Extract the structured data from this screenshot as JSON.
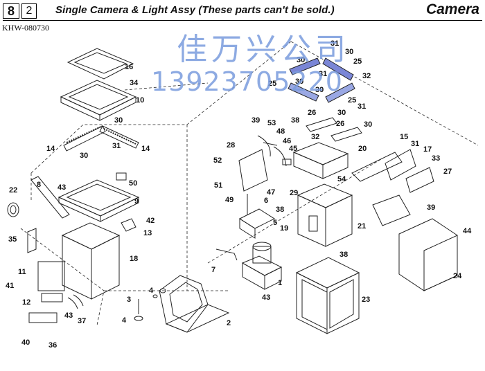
{
  "header": {
    "page_number": "8",
    "sub_number": "2",
    "title": "Single Camera & Light Assy (These parts can't be sold.)",
    "category": "Camera",
    "doc_code": "KHW-080730"
  },
  "watermark": {
    "line1": "佳万兴公司",
    "line2": "13923705220"
  },
  "callouts": [
    {
      "id": "c16",
      "text": "16"
    },
    {
      "id": "c34",
      "text": "34"
    },
    {
      "id": "c10",
      "text": "10"
    },
    {
      "id": "c30a",
      "text": "30"
    },
    {
      "id": "c31a",
      "text": "31"
    },
    {
      "id": "c14a",
      "text": "14"
    },
    {
      "id": "c14b",
      "text": "14"
    },
    {
      "id": "c30b",
      "text": "30"
    },
    {
      "id": "c50",
      "text": "50"
    },
    {
      "id": "c8",
      "text": "8"
    },
    {
      "id": "c43a",
      "text": "43"
    },
    {
      "id": "c9",
      "text": "9"
    },
    {
      "id": "c22",
      "text": "22"
    },
    {
      "id": "c42",
      "text": "42"
    },
    {
      "id": "c13",
      "text": "13"
    },
    {
      "id": "c35",
      "text": "35"
    },
    {
      "id": "c18",
      "text": "18"
    },
    {
      "id": "c11",
      "text": "11"
    },
    {
      "id": "c41a",
      "text": "41"
    },
    {
      "id": "c12",
      "text": "12"
    },
    {
      "id": "c37",
      "text": "37"
    },
    {
      "id": "c43b",
      "text": "43"
    },
    {
      "id": "c40",
      "text": "40"
    },
    {
      "id": "c36",
      "text": "36"
    },
    {
      "id": "c4a",
      "text": "4"
    },
    {
      "id": "c3",
      "text": "3"
    },
    {
      "id": "c4b",
      "text": "4"
    },
    {
      "id": "c2",
      "text": "2"
    },
    {
      "id": "c31b",
      "text": "31"
    },
    {
      "id": "c30c",
      "text": "30"
    },
    {
      "id": "c30d",
      "text": "30"
    },
    {
      "id": "c25a",
      "text": "25"
    },
    {
      "id": "c31c",
      "text": "31"
    },
    {
      "id": "c32a",
      "text": "32"
    },
    {
      "id": "c25b",
      "text": "25"
    },
    {
      "id": "c30e",
      "text": "30"
    },
    {
      "id": "c30f",
      "text": "30"
    },
    {
      "id": "c25c",
      "text": "25"
    },
    {
      "id": "c31d",
      "text": "31"
    },
    {
      "id": "c26a",
      "text": "26"
    },
    {
      "id": "c30g",
      "text": "30"
    },
    {
      "id": "c26b",
      "text": "26"
    },
    {
      "id": "c30h",
      "text": "30"
    },
    {
      "id": "c39a",
      "text": "39"
    },
    {
      "id": "c53",
      "text": "53"
    },
    {
      "id": "c38a",
      "text": "38"
    },
    {
      "id": "c48",
      "text": "48"
    },
    {
      "id": "c46",
      "text": "46"
    },
    {
      "id": "c32b",
      "text": "32"
    },
    {
      "id": "c28",
      "text": "28"
    },
    {
      "id": "c45",
      "text": "45"
    },
    {
      "id": "c20",
      "text": "20"
    },
    {
      "id": "c15",
      "text": "15"
    },
    {
      "id": "c31e",
      "text": "31"
    },
    {
      "id": "c17",
      "text": "17"
    },
    {
      "id": "c33",
      "text": "33"
    },
    {
      "id": "c27",
      "text": "27"
    },
    {
      "id": "c52",
      "text": "52"
    },
    {
      "id": "c54",
      "text": "54"
    },
    {
      "id": "c51",
      "text": "51"
    },
    {
      "id": "c47",
      "text": "47"
    },
    {
      "id": "c29",
      "text": "29"
    },
    {
      "id": "c49",
      "text": "49"
    },
    {
      "id": "c6",
      "text": "6"
    },
    {
      "id": "c38b",
      "text": "38"
    },
    {
      "id": "c39b",
      "text": "39"
    },
    {
      "id": "c21",
      "text": "21"
    },
    {
      "id": "c5",
      "text": "5"
    },
    {
      "id": "c19",
      "text": "19"
    },
    {
      "id": "c44",
      "text": "44"
    },
    {
      "id": "c7",
      "text": "7"
    },
    {
      "id": "c38c",
      "text": "38"
    },
    {
      "id": "c1",
      "text": "1"
    },
    {
      "id": "c24",
      "text": "24"
    },
    {
      "id": "c43c",
      "text": "43"
    },
    {
      "id": "c23",
      "text": "23"
    }
  ]
}
